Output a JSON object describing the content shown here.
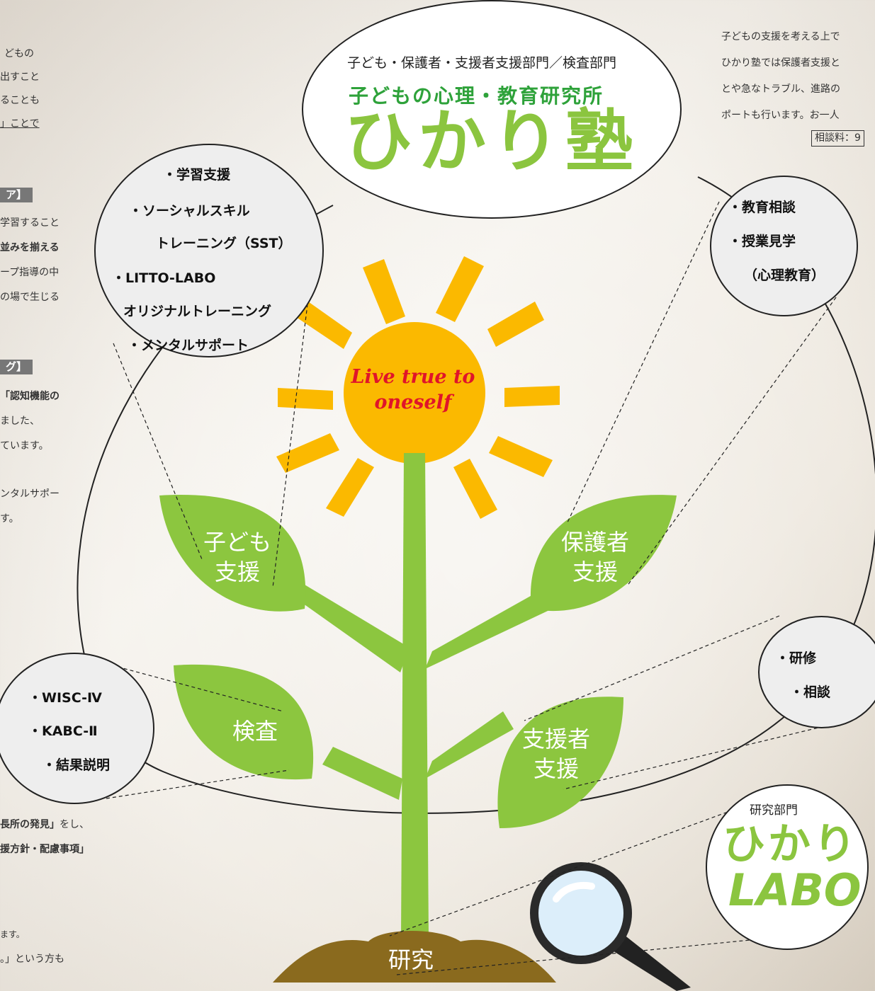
{
  "header": {
    "subtitle": "子ども・保護者・支援者支援部門／検査部門",
    "name_line": "子どもの心理・教育研究所",
    "logo": "ひかり塾"
  },
  "labo": {
    "caption": "研究部門",
    "logo_line1": "ひかり",
    "logo_line2": "LABO"
  },
  "sun": {
    "text_line1": "Live true to",
    "text_line2": "oneself"
  },
  "leaves": {
    "child": {
      "line1": "子ども",
      "line2": "支援"
    },
    "parent": {
      "line1": "保護者",
      "line2": "支援"
    },
    "test": {
      "line1": "検査"
    },
    "supporter": {
      "line1": "支援者",
      "line2": "支援"
    },
    "research": {
      "line1": "研究"
    }
  },
  "bubbles": {
    "child": [
      "・学習支援",
      "・ソーシャルスキル",
      "トレーニング（SST）",
      "・LITTO-LABO",
      "オリジナルトレーニング",
      "・メンタルサポート"
    ],
    "parent": [
      "・教育相談",
      "・授業見学",
      "（心理教育）"
    ],
    "test": [
      "・WISC-Ⅳ",
      "・KABC-Ⅱ",
      "・結果説明"
    ],
    "supporter": [
      "・研修",
      "・相談"
    ]
  },
  "left_text": {
    "block1": [
      "どもの",
      "出すこと",
      "ることも",
      "」ことで"
    ],
    "hdr1": "ア】",
    "block2": [
      "学習すること",
      "並みを揃える",
      "ープ指導の中",
      "の場で生じる"
    ],
    "hdr2": "グ】",
    "block3": [
      "「認知機能の",
      "ました、",
      "ています。"
    ],
    "block4": [
      "ンタルサポー",
      "す。"
    ],
    "block5a": [
      "長所の発見」",
      "をし、"
    ],
    "block5b": "援方針・配慮事項」",
    "block6": [
      "ます。",
      "。」という方も"
    ]
  },
  "right_text": {
    "lines": [
      "子どもの支援を考える上で",
      "ひかり塾では保護者支援と",
      "とや急なトラブル、進路の",
      "ポートも行います。お一人"
    ],
    "fee": "相談料：9"
  },
  "colors": {
    "leaf": "#8cc63f",
    "stem": "#8cc63f",
    "sun": "#fbb900",
    "soil": "#8a6a1e",
    "title_green": "#8bc53f",
    "dark_green": "#2ea23a"
  }
}
